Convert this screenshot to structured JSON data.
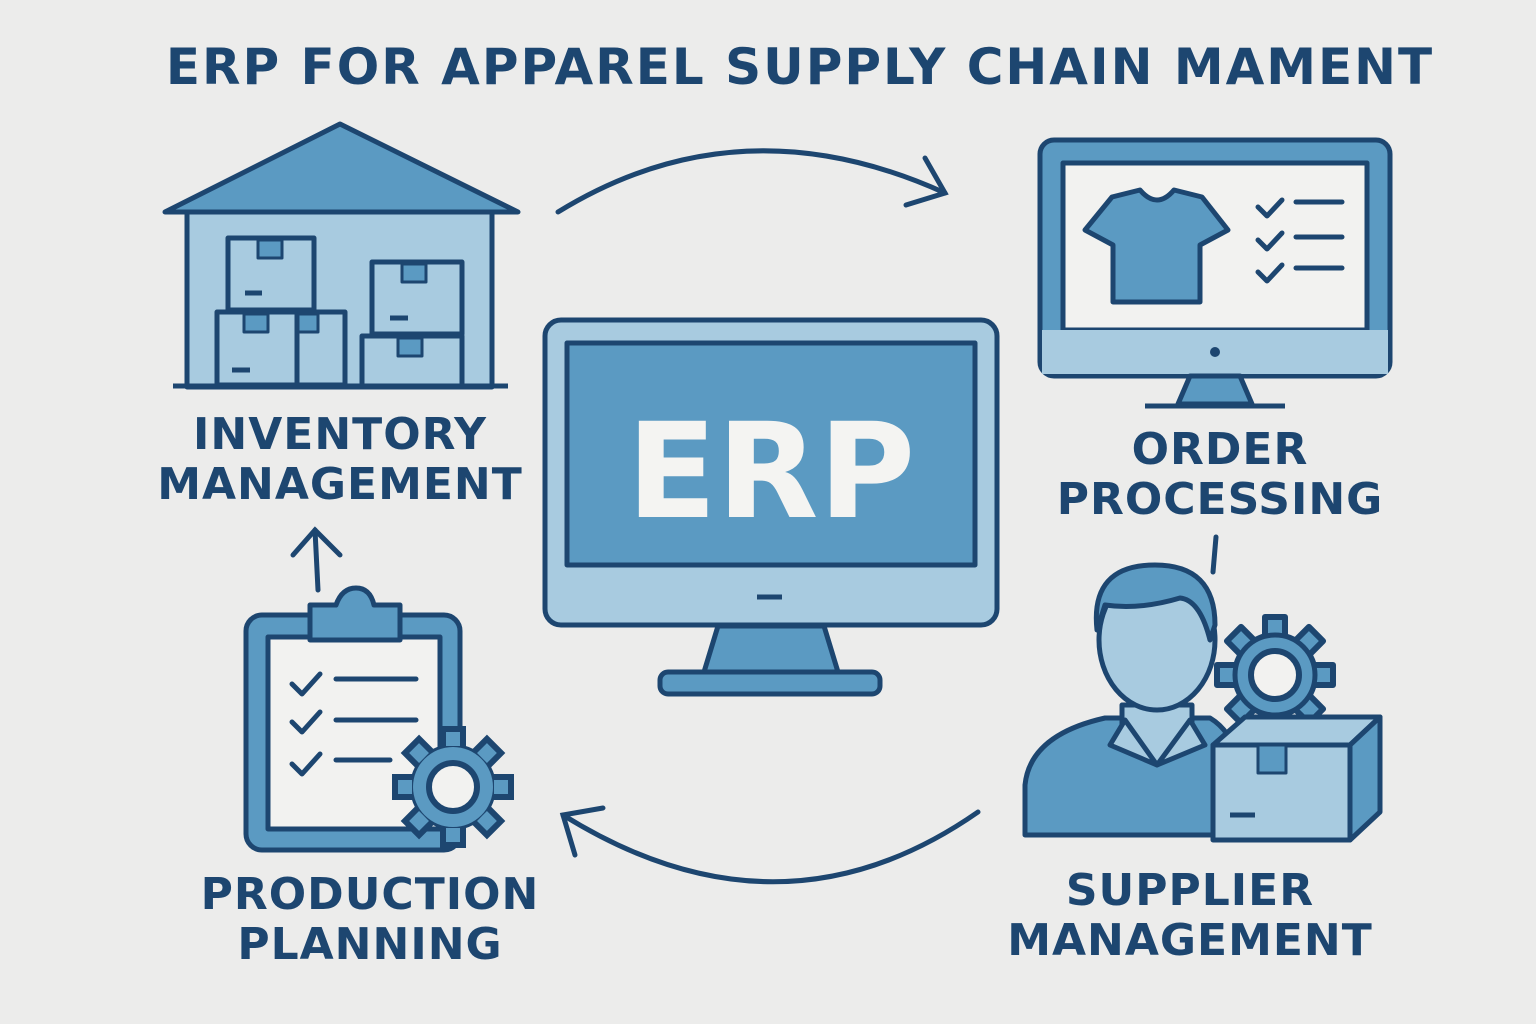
{
  "title": "ERP FOR APPAREL SUPPLY CHAIN MAMENT",
  "center": {
    "label": "ERP"
  },
  "nodes": {
    "inventory": {
      "line1": "INVENTORY",
      "line2": "MANAGEMENT",
      "icon": "warehouse-icon"
    },
    "order": {
      "line1": "ORDER",
      "line2": "PROCESSING",
      "icon": "monitor-shirt-checklist-icon"
    },
    "supplier": {
      "line1": "SUPPLIER",
      "line2": "MANAGEMENT",
      "icon": "person-gear-box-icon"
    },
    "production": {
      "line1": "PRODUCTION",
      "line2": "PLANNING",
      "icon": "clipboard-gear-icon"
    }
  },
  "colors": {
    "dark": "#1d4670",
    "mid": "#5b9ac2",
    "light": "#a8cbe0",
    "background": "#ececeb"
  }
}
